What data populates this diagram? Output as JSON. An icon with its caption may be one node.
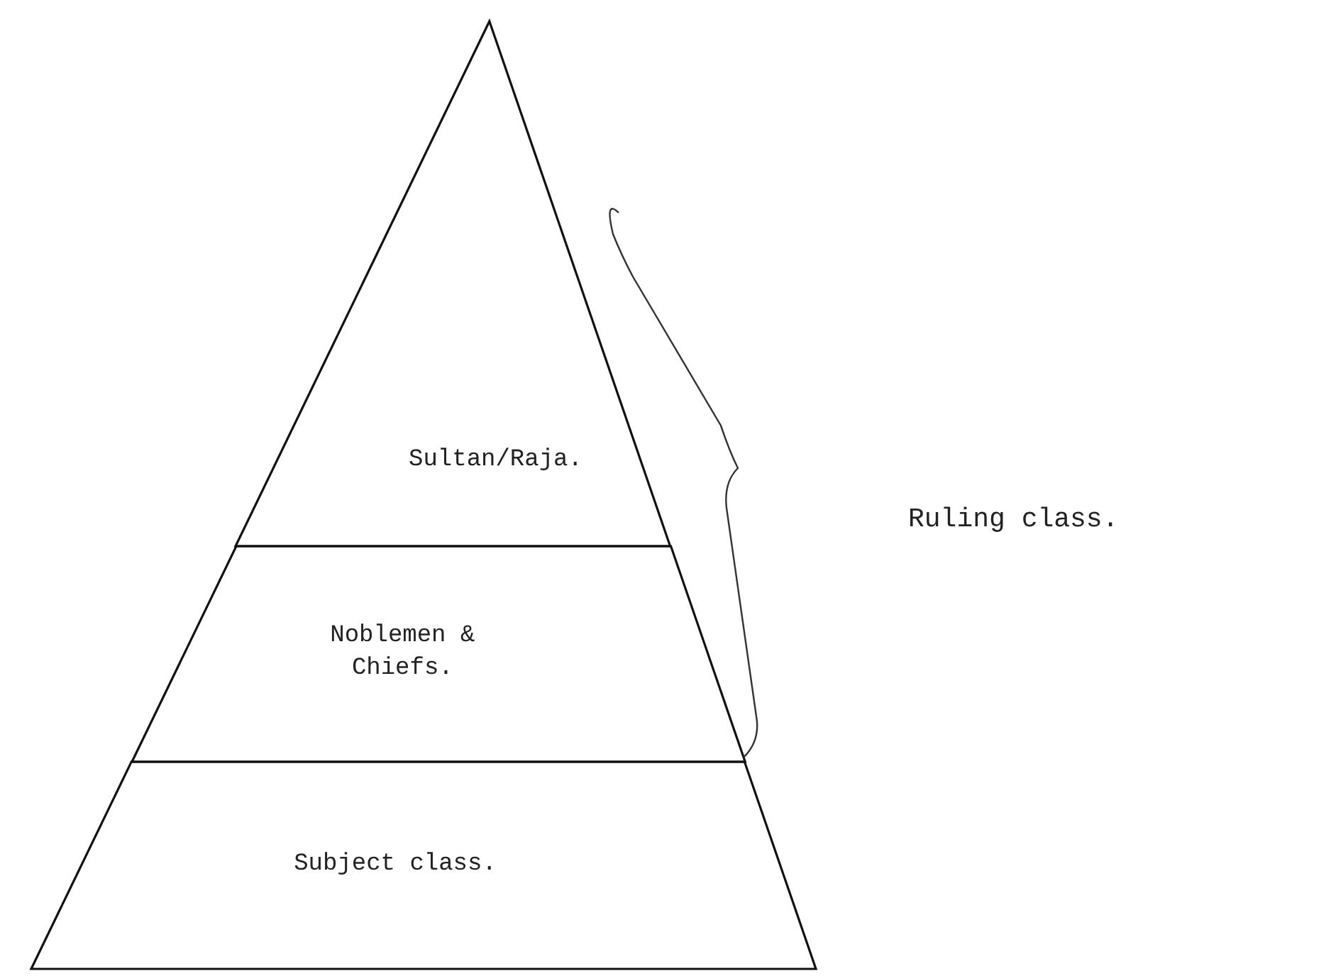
{
  "diagram": {
    "nodes": [
      {
        "text": [
          "Sultan/Raja."
        ]
      },
      {
        "text": [
          "Noblemen & Chiefs."
        ]
      },
      {
        "text": [
          "Subject class."
        ]
      }
    ],
    "labels": [
      "Ruling class."
    ]
  }
}
